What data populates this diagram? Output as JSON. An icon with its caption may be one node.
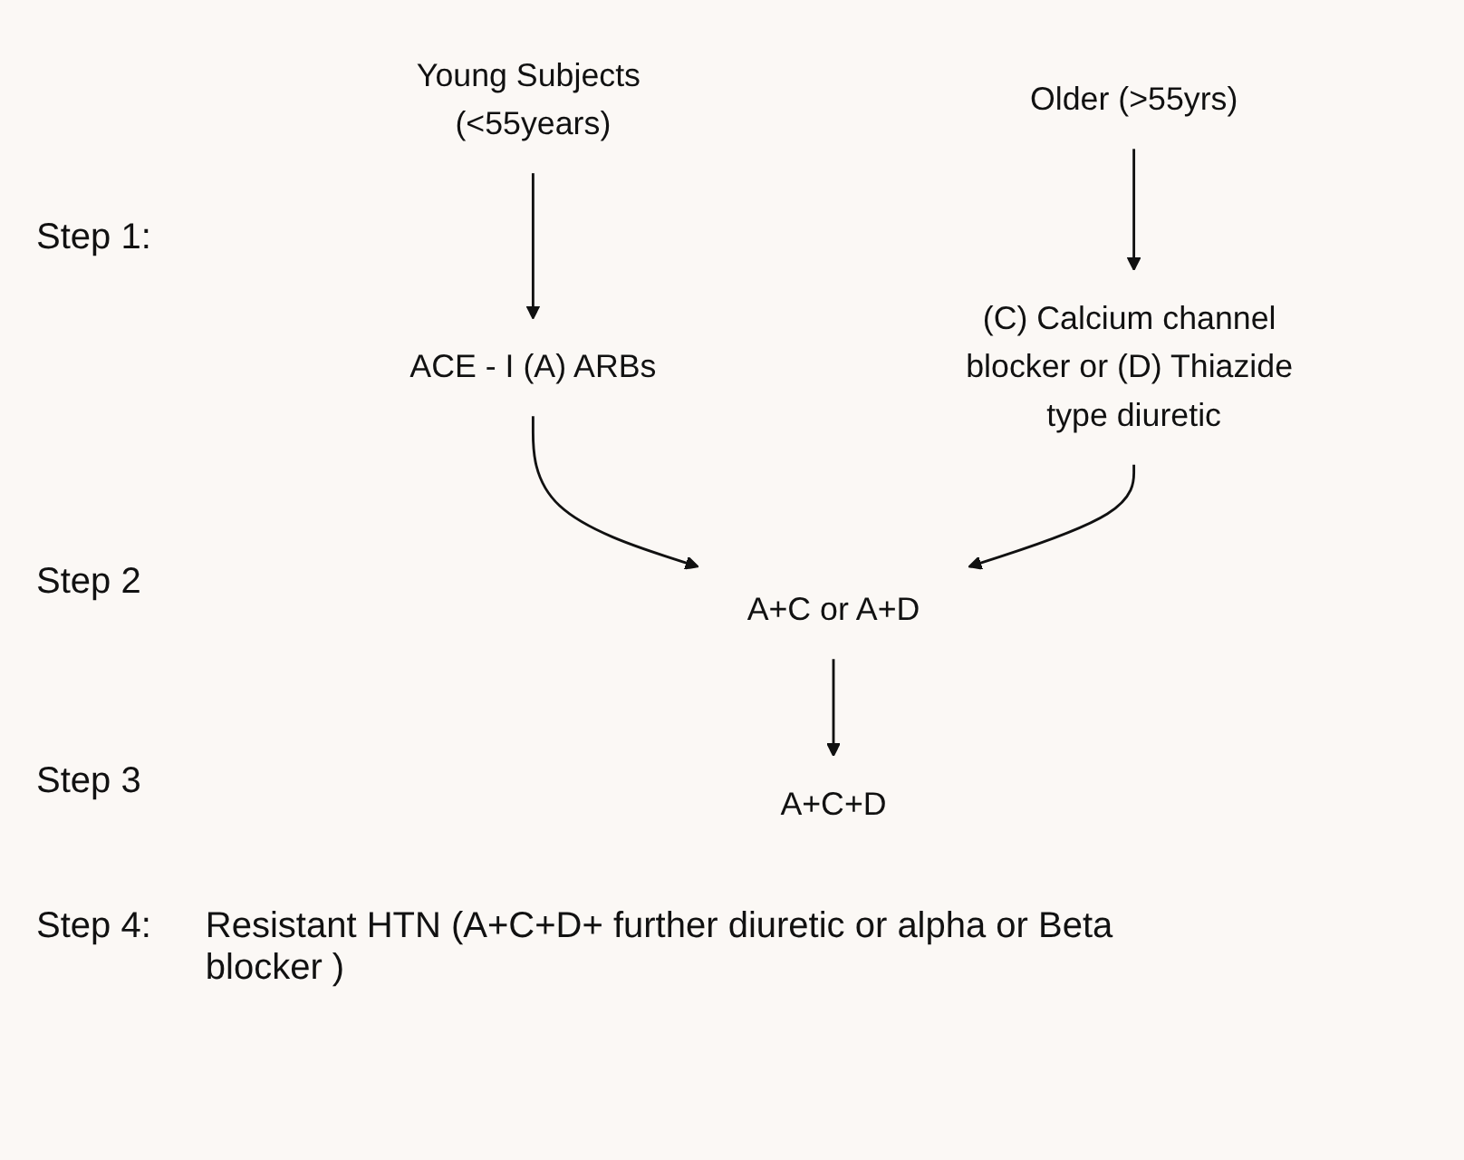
{
  "diagram": {
    "nodes": [
      {
        "text": [
          "Young Subjects (<55years)"
        ]
      },
      {
        "text": [
          "Older (>55yrs)"
        ]
      },
      {
        "text": [
          "ACE - I (A) ARBs"
        ]
      },
      {
        "text": [
          "(C) Calcium channel blocker or (D) Thiazide type diuretic"
        ]
      },
      {
        "text": [
          "A+C or A+D"
        ]
      },
      {
        "text": [
          "A+C+D"
        ]
      }
    ],
    "edges": [
      {
        "from": 0,
        "to": 2,
        "arrow": "to"
      },
      {
        "from": 1,
        "to": 3,
        "arrow": "to"
      },
      {
        "from": 2,
        "to": 4,
        "arrow": "to"
      },
      {
        "from": 3,
        "to": 4,
        "arrow": "to"
      },
      {
        "from": 4,
        "to": 5,
        "arrow": "to"
      }
    ],
    "labels": [
      "Step 1:",
      "Step 2",
      "Step 3",
      "Step 4:",
      "Resistant HTN (A+C+D+ further diuretic or alpha or Beta blocker )"
    ]
  }
}
